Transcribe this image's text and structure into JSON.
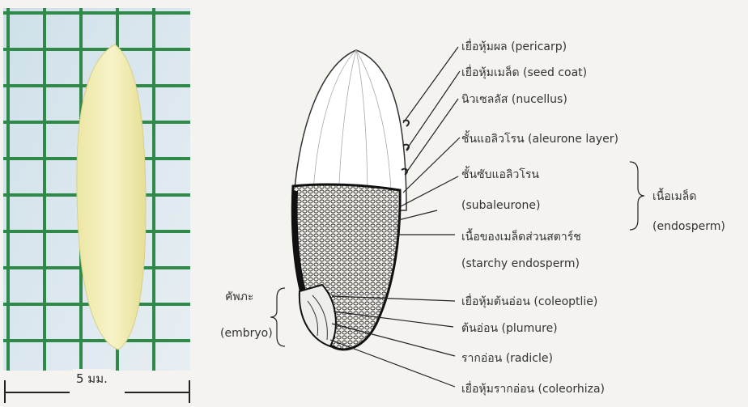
{
  "scale_bar": {
    "label": "5 มม."
  },
  "labels": [
    {
      "id": "pericarp",
      "text": "เยื่อหุ้มผล (pericarp)"
    },
    {
      "id": "seed-coat",
      "text": "เยื่อหุ้มเมล็ด (seed coat)"
    },
    {
      "id": "nucellus",
      "text": "นิวเซลลัส (nucellus)"
    },
    {
      "id": "aleurone",
      "text": "ชั้นแอลิวโรน (aleurone layer)"
    },
    {
      "id": "subaleurone-1",
      "text": "ชั้นซับแอลิวโรน"
    },
    {
      "id": "subaleurone-2",
      "text": "(subaleurone)"
    },
    {
      "id": "starchy-1",
      "text": "เนื้อของเมล็ดส่วนสตาร์ช"
    },
    {
      "id": "starchy-2",
      "text": "(starchy endosperm)"
    },
    {
      "id": "coleoptile",
      "text": "เยื่อหุ้มต้นอ่อน (coleoptlie)"
    },
    {
      "id": "plumule",
      "text": "ต้นอ่อน (plumure)"
    },
    {
      "id": "radicle",
      "text": "รากอ่อน (radicle)"
    },
    {
      "id": "coleorhiza",
      "text": "เยื่อหุ้มรากอ่อน (coleorhiza)"
    }
  ],
  "groups": {
    "endosperm": {
      "th": "เนื้อเมล็ด",
      "en": "(endosperm)"
    },
    "embryo": {
      "th": "คัพภะ",
      "en": "(embryo)"
    }
  }
}
